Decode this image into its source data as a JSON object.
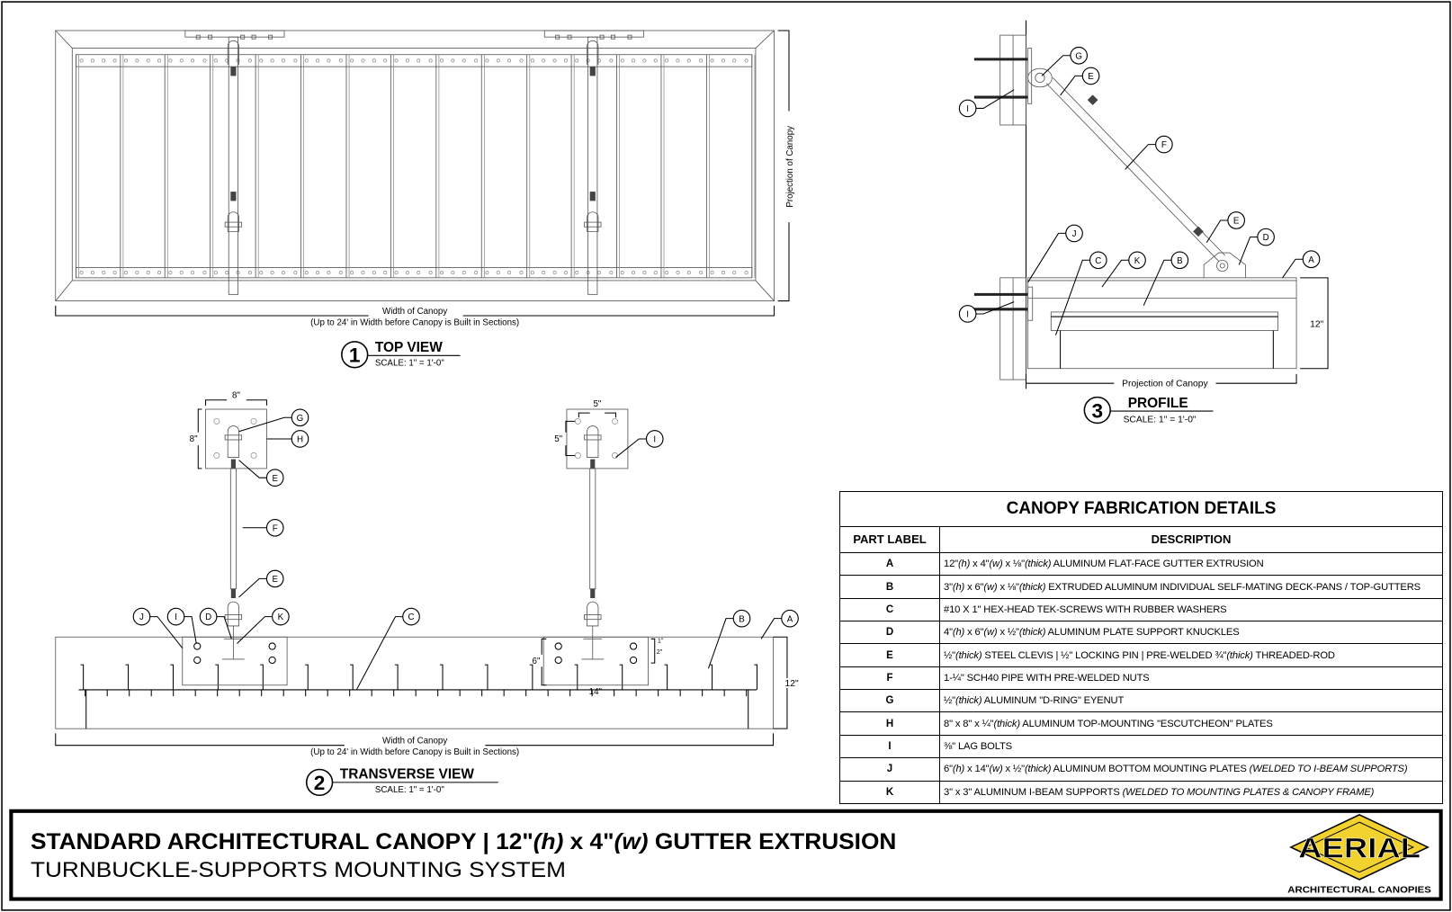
{
  "views": {
    "top": {
      "number": "1",
      "title": "TOP VIEW",
      "scale": "SCALE: 1\" = 1'-0\"",
      "width_label": "Width of Canopy",
      "width_note": "(Up to 24' in Width before Canopy is Built in Sections)",
      "projection_label": "Projection of Canopy"
    },
    "transverse": {
      "number": "2",
      "title": "TRANSVERSE VIEW",
      "scale": "SCALE: 1\" = 1'-0\"",
      "width_label": "Width of Canopy",
      "width_note": "(Up to 24' in Width before Canopy is Built in Sections)",
      "dims": {
        "plate_w": "8\"",
        "plate_h": "8\"",
        "bolt_w": "5\"",
        "bolt_h": "5\"",
        "bottom_plate_h": "6\"",
        "bottom_plate_w": "14\"",
        "small_1": "1\"",
        "small_2": "2\"",
        "height": "12\""
      },
      "callouts": [
        "G",
        "H",
        "E",
        "F",
        "E",
        "J",
        "I",
        "D",
        "K",
        "C",
        "B",
        "A",
        "I"
      ]
    },
    "profile": {
      "number": "3",
      "title": "PROFILE",
      "scale": "SCALE: 1\" = 1'-0\"",
      "projection_label": "Projection of Canopy",
      "height_dim": "12\"",
      "callouts": [
        "G",
        "E",
        "I",
        "F",
        "E",
        "D",
        "J",
        "C",
        "K",
        "B",
        "A",
        "I"
      ]
    }
  },
  "table": {
    "title": "CANOPY FABRICATION DETAILS",
    "headers": [
      "PART LABEL",
      "DESCRIPTION"
    ],
    "rows": [
      {
        "label": "A",
        "desc": [
          [
            "12\"",
            0
          ],
          [
            "(h)",
            1
          ],
          [
            " x 4\"",
            0
          ],
          [
            "(w)",
            1
          ],
          [
            " x ⅛\"",
            0
          ],
          [
            "(thick)",
            1
          ],
          [
            " ALUMINUM FLAT-FACE GUTTER EXTRUSION",
            0
          ]
        ]
      },
      {
        "label": "B",
        "desc": [
          [
            "3\"",
            0
          ],
          [
            "(h)",
            1
          ],
          [
            " x 6\"",
            0
          ],
          [
            "(w)",
            1
          ],
          [
            " x ⅛\"",
            0
          ],
          [
            "(thick)",
            1
          ],
          [
            " EXTRUDED ALUMINUM INDIVIDUAL SELF-MATING DECK-PANS / TOP-GUTTERS",
            0
          ]
        ]
      },
      {
        "label": "C",
        "desc": [
          [
            "#10 X 1\" HEX-HEAD TEK-SCREWS WITH RUBBER WASHERS",
            0
          ]
        ]
      },
      {
        "label": "D",
        "desc": [
          [
            "4\"",
            0
          ],
          [
            "(h)",
            1
          ],
          [
            " x 6\"",
            0
          ],
          [
            "(w)",
            1
          ],
          [
            " x ½\"",
            0
          ],
          [
            "(thick)",
            1
          ],
          [
            " ALUMINUM PLATE SUPPORT KNUCKLES",
            0
          ]
        ]
      },
      {
        "label": "E",
        "desc": [
          [
            "½\"",
            0
          ],
          [
            "(thick)",
            1
          ],
          [
            " STEEL CLEVIS | ½\" LOCKING PIN | PRE-WELDED ¾\"",
            0
          ],
          [
            "(thick)",
            1
          ],
          [
            " THREADED-ROD",
            0
          ]
        ]
      },
      {
        "label": "F",
        "desc": [
          [
            "1-¼\" SCH40 PIPE WITH PRE-WELDED NUTS",
            0
          ]
        ]
      },
      {
        "label": "G",
        "desc": [
          [
            "½\"",
            0
          ],
          [
            "(thick)",
            1
          ],
          [
            " ALUMINUM \"D-RING\" EYENUT",
            0
          ]
        ]
      },
      {
        "label": "H",
        "desc": [
          [
            "8\" x 8\" x ¼\"",
            0
          ],
          [
            "(thick)",
            1
          ],
          [
            " ALUMINUM TOP-MOUNTING \"ESCUTCHEON\" PLATES",
            0
          ]
        ]
      },
      {
        "label": "I",
        "desc": [
          [
            "⅜\" LAG BOLTS",
            0
          ]
        ]
      },
      {
        "label": "J",
        "desc": [
          [
            "6\"",
            0
          ],
          [
            "(h)",
            1
          ],
          [
            " x 14\"",
            0
          ],
          [
            "(w)",
            1
          ],
          [
            " x ½\"",
            0
          ],
          [
            "(thick)",
            1
          ],
          [
            " ALUMINUM BOTTOM MOUNTING PLATES ",
            0
          ],
          [
            "(WELDED TO I-BEAM SUPPORTS)",
            1
          ]
        ]
      },
      {
        "label": "K",
        "desc": [
          [
            "3\" x 3\" ALUMINUM I-BEAM SUPPORTS ",
            0
          ],
          [
            "(WELDED TO MOUNTING PLATES & CANOPY FRAME)",
            1
          ]
        ]
      }
    ]
  },
  "title_block": {
    "title": {
      "a": "STANDARD ARCHITECTURAL CANOPY | 12\"",
      "b": "(h)",
      "c": " x 4\"",
      "d": "(w)",
      "e": " GUTTER EXTRUSION"
    },
    "subtitle": "TURNBUCKLE-SUPPORTS MOUNTING SYSTEM",
    "logo": {
      "name": "AERIAL",
      "tagline": "ARCHITECTURAL CANOPIES"
    },
    "logo_colors": {
      "fill": "#f2d22e",
      "outline": "#000000"
    }
  }
}
